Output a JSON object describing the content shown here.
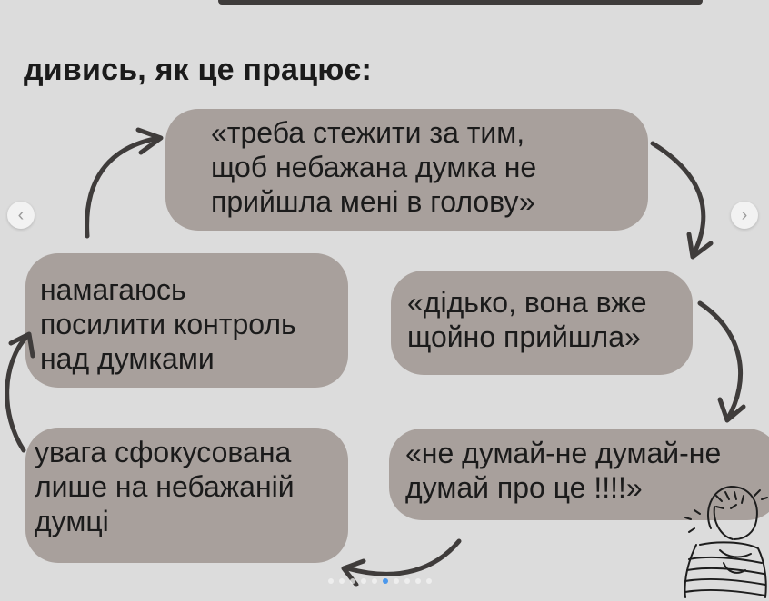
{
  "heading": "дивись, як це працює:",
  "bubbles": {
    "b1": [
      "«треба стежити за тим,",
      "щоб небажана думка не",
      "прийшла мені в голову»"
    ],
    "b2": [
      "намагаюсь",
      "посилити контроль",
      "над думками"
    ],
    "b3": [
      "«дідько, вона вже",
      "щойно прийшла»"
    ],
    "b4": [
      "увага сфокусована",
      "лише на небажаній",
      "думці"
    ],
    "b5": [
      "«не думай-не думай-не",
      "думай про це !!!!»"
    ]
  },
  "nav": {
    "prev_icon": "chevron-left-icon",
    "next_icon": "chevron-right-icon"
  },
  "carousel": {
    "slide_count": 10,
    "active_index": 5
  },
  "colors": {
    "background": "#dcdcdc",
    "bubble": "#a8a09c",
    "arrow": "#3f3c3b",
    "active_dot": "#4b98ec"
  }
}
